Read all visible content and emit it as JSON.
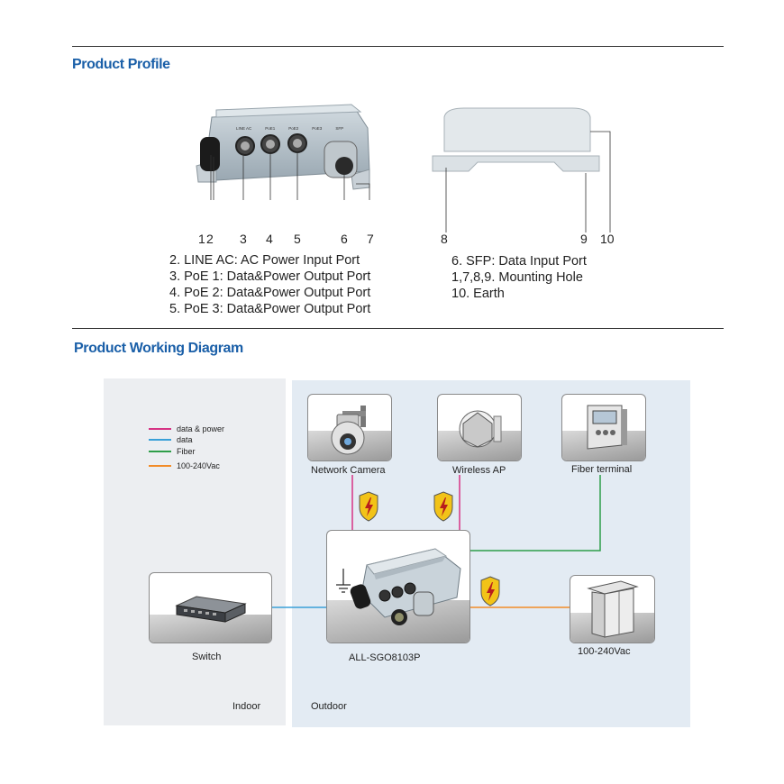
{
  "sections": {
    "profile_title": "Product Profile",
    "diagram_title": "Product Working Diagram"
  },
  "callouts_left": [
    "1",
    "2",
    "3",
    "4",
    "5",
    "6",
    "7"
  ],
  "callouts_right": [
    "8",
    "9",
    "10"
  ],
  "port_descriptions_left": [
    "2. LINE AC: AC Power Input Port",
    "3. PoE 1: Data&Power Output Port",
    "4. PoE 2: Data&Power Output Port",
    "5. PoE 3: Data&Power Output Port"
  ],
  "port_descriptions_right": [
    "6. SFP: Data Input Port",
    "1,7,8,9. Mounting Hole",
    "10. Earth"
  ],
  "device_port_labels": [
    "LINE AC",
    "PoE1",
    "PoE2",
    "PoE3",
    "SFP"
  ],
  "legend": [
    {
      "label": "data & power",
      "color": "#d63384"
    },
    {
      "label": "data",
      "color": "#3aa0d8"
    },
    {
      "label": "Fiber",
      "color": "#2e9e4a"
    },
    {
      "label": "100-240Vac",
      "color": "#f28c28"
    }
  ],
  "nodes": {
    "network_camera": "Network Camera",
    "wireless_ap": "Wireless AP",
    "fiber_terminal": "Fiber terminal",
    "switch": "Switch",
    "main_device": "ALL-SGO8103P",
    "power_supply": "100-240Vac"
  },
  "zones": {
    "indoor": "Indoor",
    "outdoor": "Outdoor"
  },
  "colors": {
    "heading": "#1a5fa8",
    "indoor_bg": "#eceef1",
    "outdoor_bg": "#e3ebf3",
    "surge_icon": "#f2c318"
  }
}
